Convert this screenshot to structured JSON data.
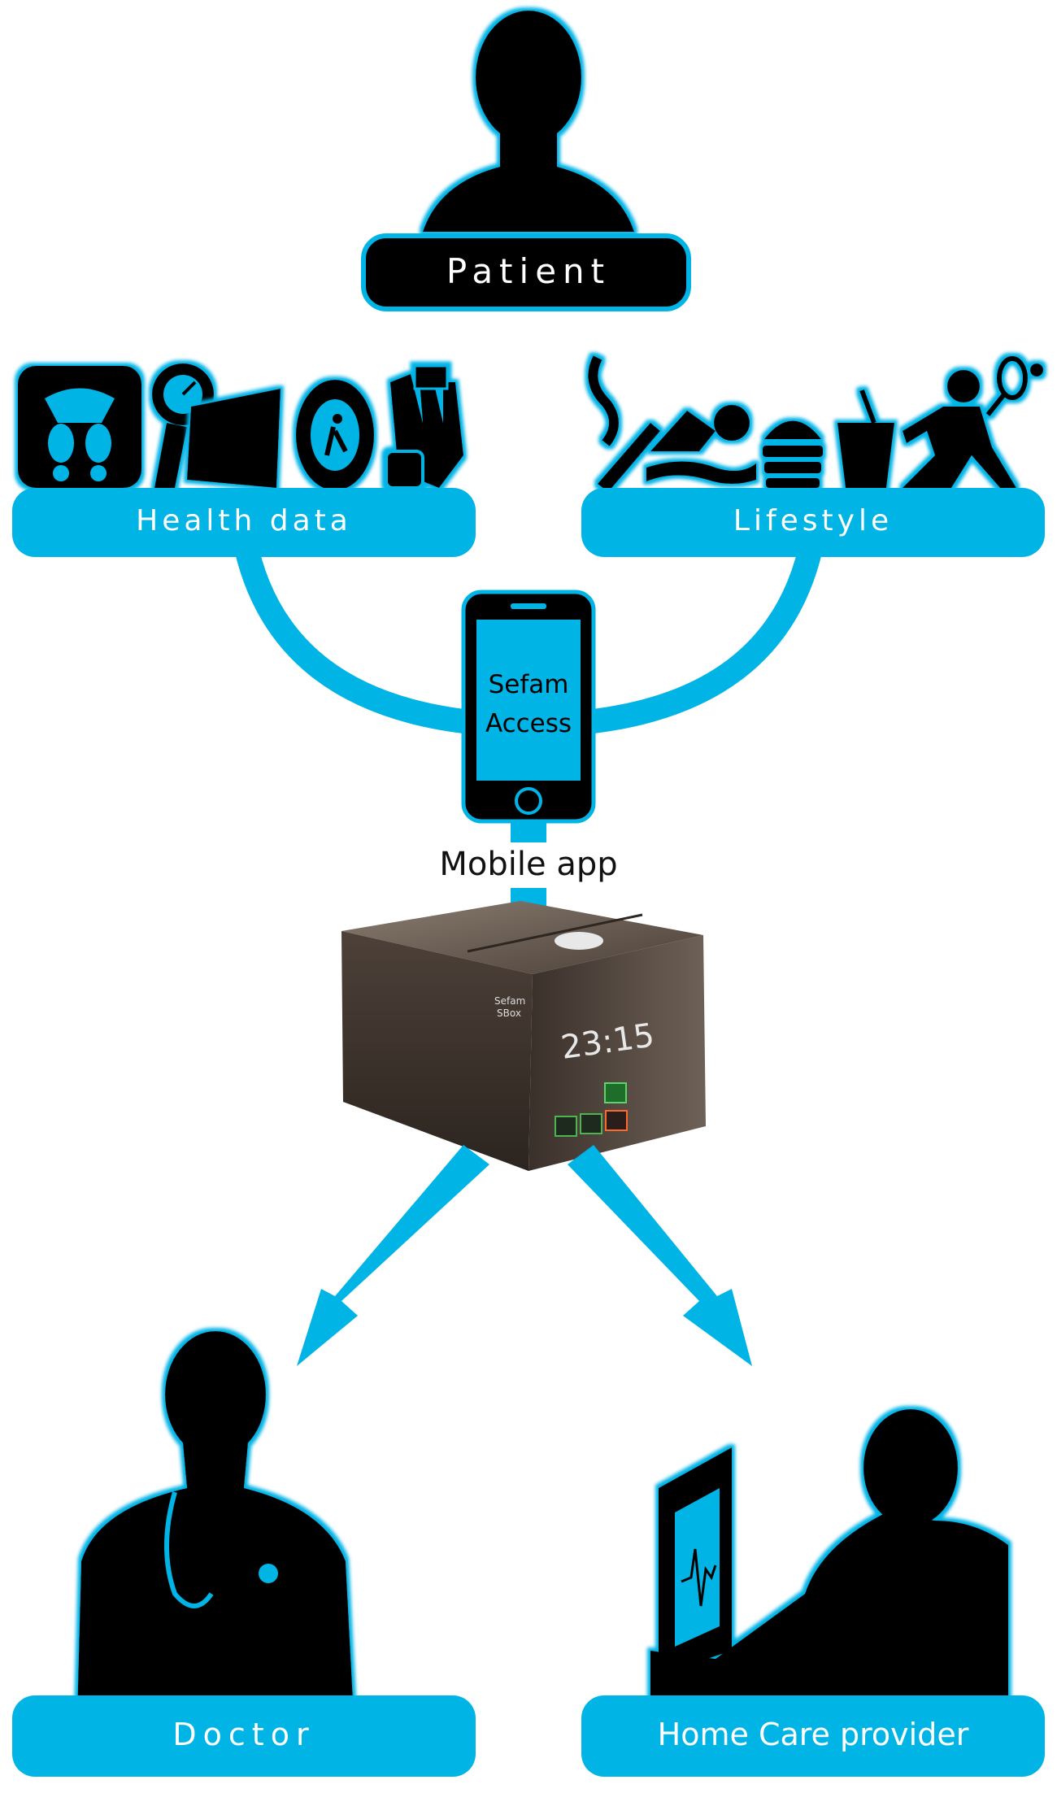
{
  "labels": {
    "patient": "Patient",
    "health_data": "Health data",
    "lifestyle": "Lifestyle",
    "app_line1": "Sefam",
    "app_line2": "Access",
    "mobile_app": "Mobile app",
    "doctor": "Doctor",
    "home_care": "Home Care provider"
  },
  "device": {
    "brand": "Sefam",
    "model": "SBox",
    "clock": "23:15"
  },
  "colors": {
    "accent": "#00b4e6",
    "dark": "#0a0a0a",
    "device_body": "#5e5045"
  },
  "icons": {
    "health": [
      "scale-icon",
      "blood-pressure-gauge-icon",
      "cuff-icon",
      "pedometer-icon",
      "oximeter-glove-icon"
    ],
    "lifestyle": [
      "cigarette-icon",
      "swimmer-icon",
      "burger-icon",
      "drink-icon",
      "tennis-player-icon"
    ]
  }
}
